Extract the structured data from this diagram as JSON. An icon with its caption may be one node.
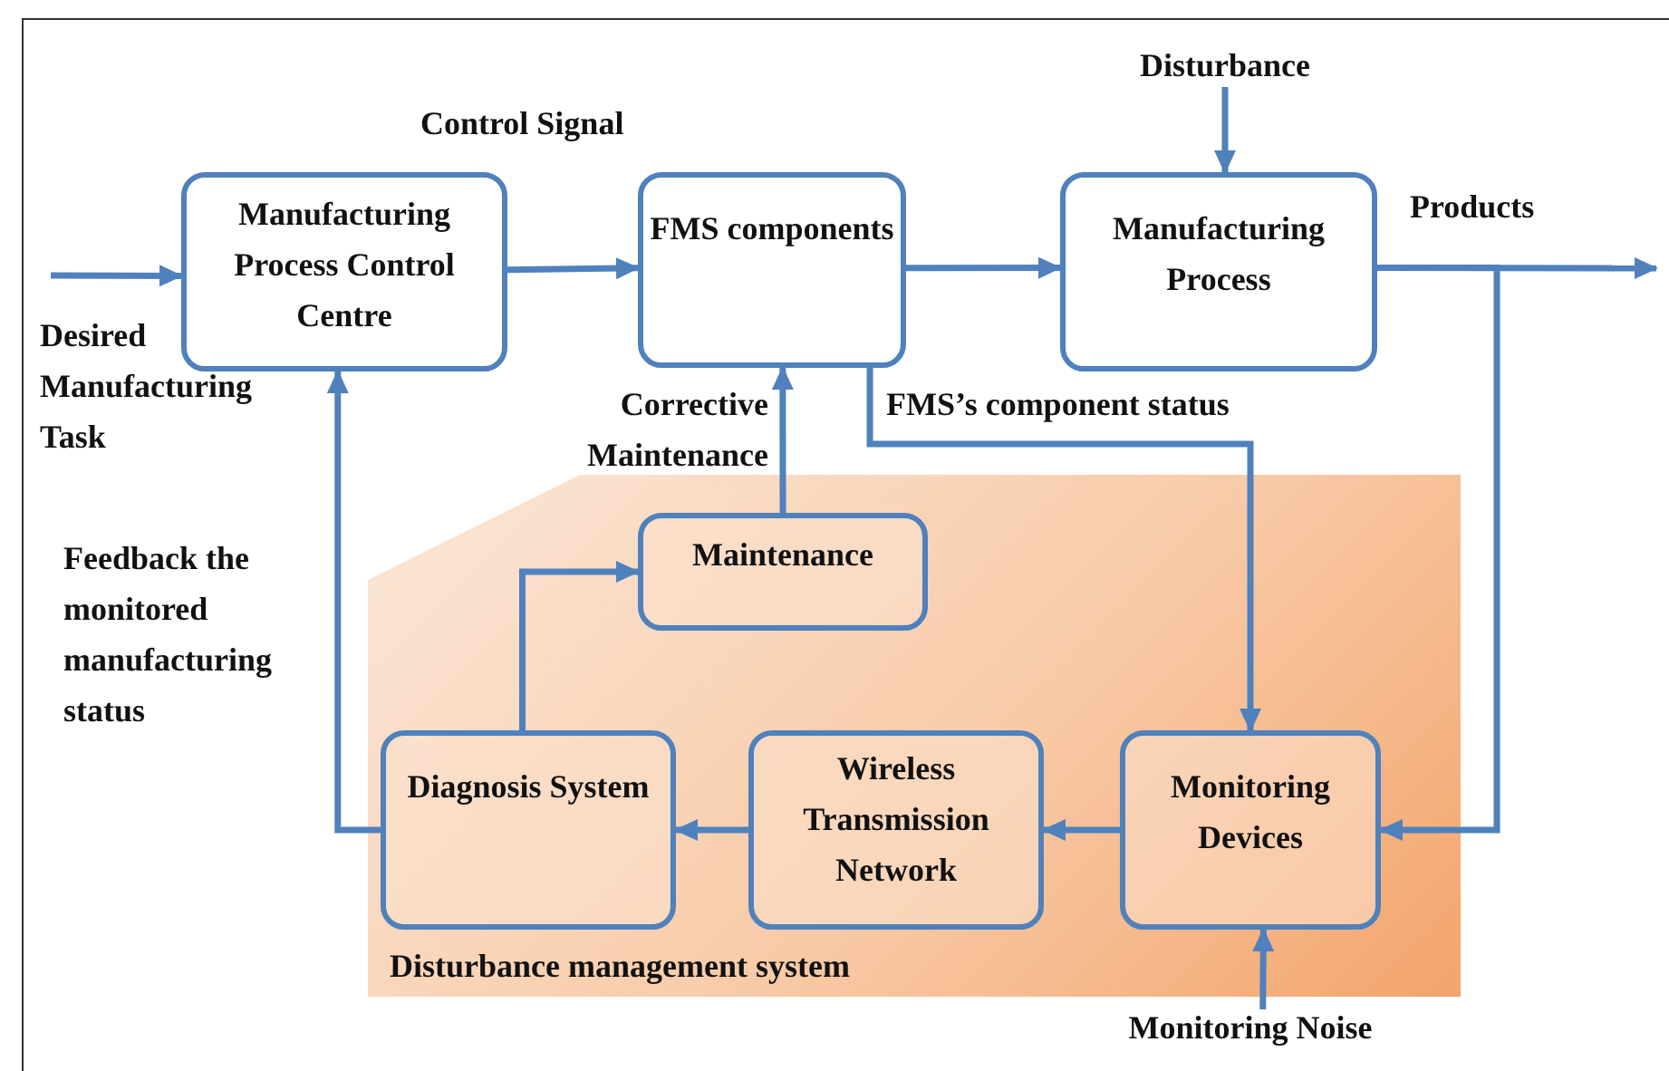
{
  "diagram": {
    "nodes": [
      {
        "text": [
          "Manufacturing Process Control Centre"
        ]
      },
      {
        "text": [
          "FMS components"
        ]
      },
      {
        "text": [
          "Manufacturing Process"
        ]
      },
      {
        "text": [
          "Disturbance management system"
        ]
      },
      {
        "text": [
          "Maintenance"
        ],
        "in": 3
      },
      {
        "text": [
          "Diagnosis System"
        ],
        "in": 3
      },
      {
        "text": [
          "Wireless Transmission Network"
        ],
        "in": 3
      },
      {
        "text": [
          "Monitoring Devices"
        ],
        "in": 3
      },
      {
        "text": [
          "Disturbance"
        ]
      },
      {
        "text": [
          "Monitoring Noise"
        ]
      }
    ],
    "edges": [
      {
        "from": null,
        "to": 0,
        "arrow": "to",
        "label": "Desired Manufacturing Task"
      },
      {
        "from": 0,
        "to": 1,
        "arrow": "to",
        "label": "Control Signal"
      },
      {
        "from": 1,
        "to": 2,
        "arrow": "to"
      },
      {
        "from": 8,
        "to": 2,
        "arrow": "to"
      },
      {
        "from": 2,
        "to": null,
        "arrow": "to",
        "label": "Products"
      },
      {
        "from": 2,
        "to": 7,
        "arrow": "to"
      },
      {
        "from": 1,
        "to": 7,
        "arrow": "to",
        "label": "FMS’s component status"
      },
      {
        "from": 4,
        "to": 1,
        "arrow": "to",
        "label": "Corrective Maintenance"
      },
      {
        "from": 5,
        "to": 4,
        "arrow": "to"
      },
      {
        "from": 7,
        "to": 6,
        "arrow": "to"
      },
      {
        "from": 6,
        "to": 5,
        "arrow": "to"
      },
      {
        "from": 9,
        "to": 7,
        "arrow": "to"
      },
      {
        "from": 5,
        "to": 0,
        "arrow": "to",
        "label": "Feedback the monitored manufacturing status"
      }
    ]
  }
}
